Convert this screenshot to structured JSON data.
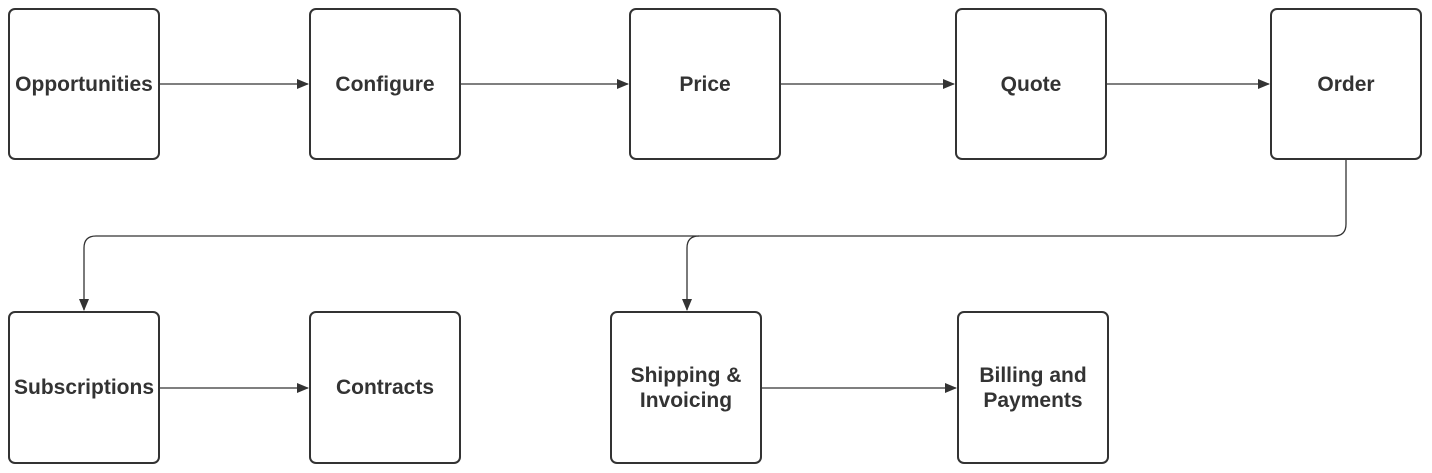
{
  "diagram": {
    "colors": {
      "stroke": "#333333",
      "text": "#333333",
      "background": "#ffffff"
    },
    "nodes": {
      "opportunities": {
        "label": "Opportunities"
      },
      "configure": {
        "label": "Configure"
      },
      "price": {
        "label": "Price"
      },
      "quote": {
        "label": "Quote"
      },
      "order": {
        "label": "Order"
      },
      "subscriptions": {
        "label": "Subscriptions"
      },
      "contracts": {
        "label": "Contracts"
      },
      "shipping": {
        "label": "Shipping &\nInvoicing"
      },
      "billing": {
        "label": "Billing and\nPayments"
      }
    },
    "edges": [
      {
        "from": "opportunities",
        "to": "configure"
      },
      {
        "from": "configure",
        "to": "price"
      },
      {
        "from": "price",
        "to": "quote"
      },
      {
        "from": "quote",
        "to": "order"
      },
      {
        "from": "order",
        "to": "subscriptions"
      },
      {
        "from": "order",
        "to": "shipping"
      },
      {
        "from": "subscriptions",
        "to": "contracts"
      },
      {
        "from": "shipping",
        "to": "billing"
      }
    ]
  }
}
